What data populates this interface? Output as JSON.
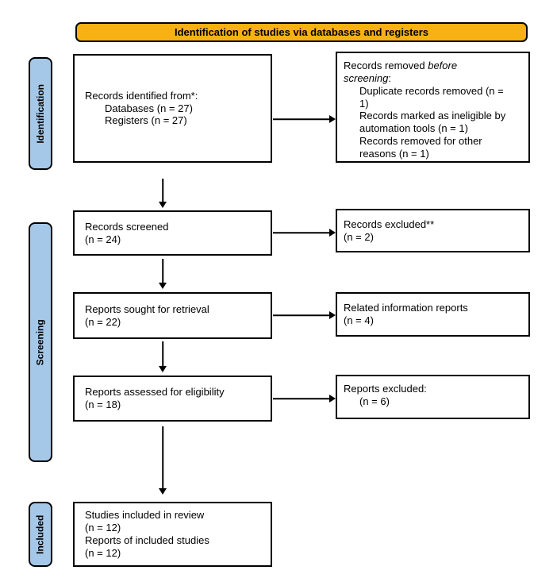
{
  "banner": {
    "title": "Identification of studies via databases and registers"
  },
  "colors": {
    "banner_bg": "#F7B112",
    "stage_bg": "#A6C8E8",
    "border": "#000000",
    "box_bg": "#FFFFFF"
  },
  "stages": {
    "identification": "Identification",
    "screening": "Screening",
    "included": "Included"
  },
  "boxes": {
    "records_identified": {
      "line1": "Records identified from*:",
      "item1": "Databases (n = 27)",
      "item2": "Registers (n = 27)"
    },
    "records_removed": {
      "prefix": "Records removed ",
      "italic": "before screening",
      "suffix": ":",
      "item1": "Duplicate records removed (n = 1)",
      "item2": "Records marked as ineligible by automation tools (n = 1)",
      "item3": "Records removed for other reasons (n = 1)"
    },
    "records_screened": {
      "line1": "Records screened",
      "line2": "(n = 24)"
    },
    "records_excluded": {
      "line1": "Records excluded**",
      "line2": "(n = 2)"
    },
    "reports_sought": {
      "line1": "Reports sought for retrieval",
      "line2": "(n = 22)"
    },
    "related_reports": {
      "line1": "Related information reports",
      "line2": "(n = 4)"
    },
    "reports_assessed": {
      "line1": "Reports assessed for eligibility",
      "line2": "(n = 18)"
    },
    "reports_excluded": {
      "line1": "Reports excluded:",
      "line2": "(n = 6)"
    },
    "studies_included": {
      "line1": "Studies included in review",
      "line2": "(n = 12)",
      "line3": "Reports of included studies",
      "line4": "(n = 12)"
    }
  }
}
